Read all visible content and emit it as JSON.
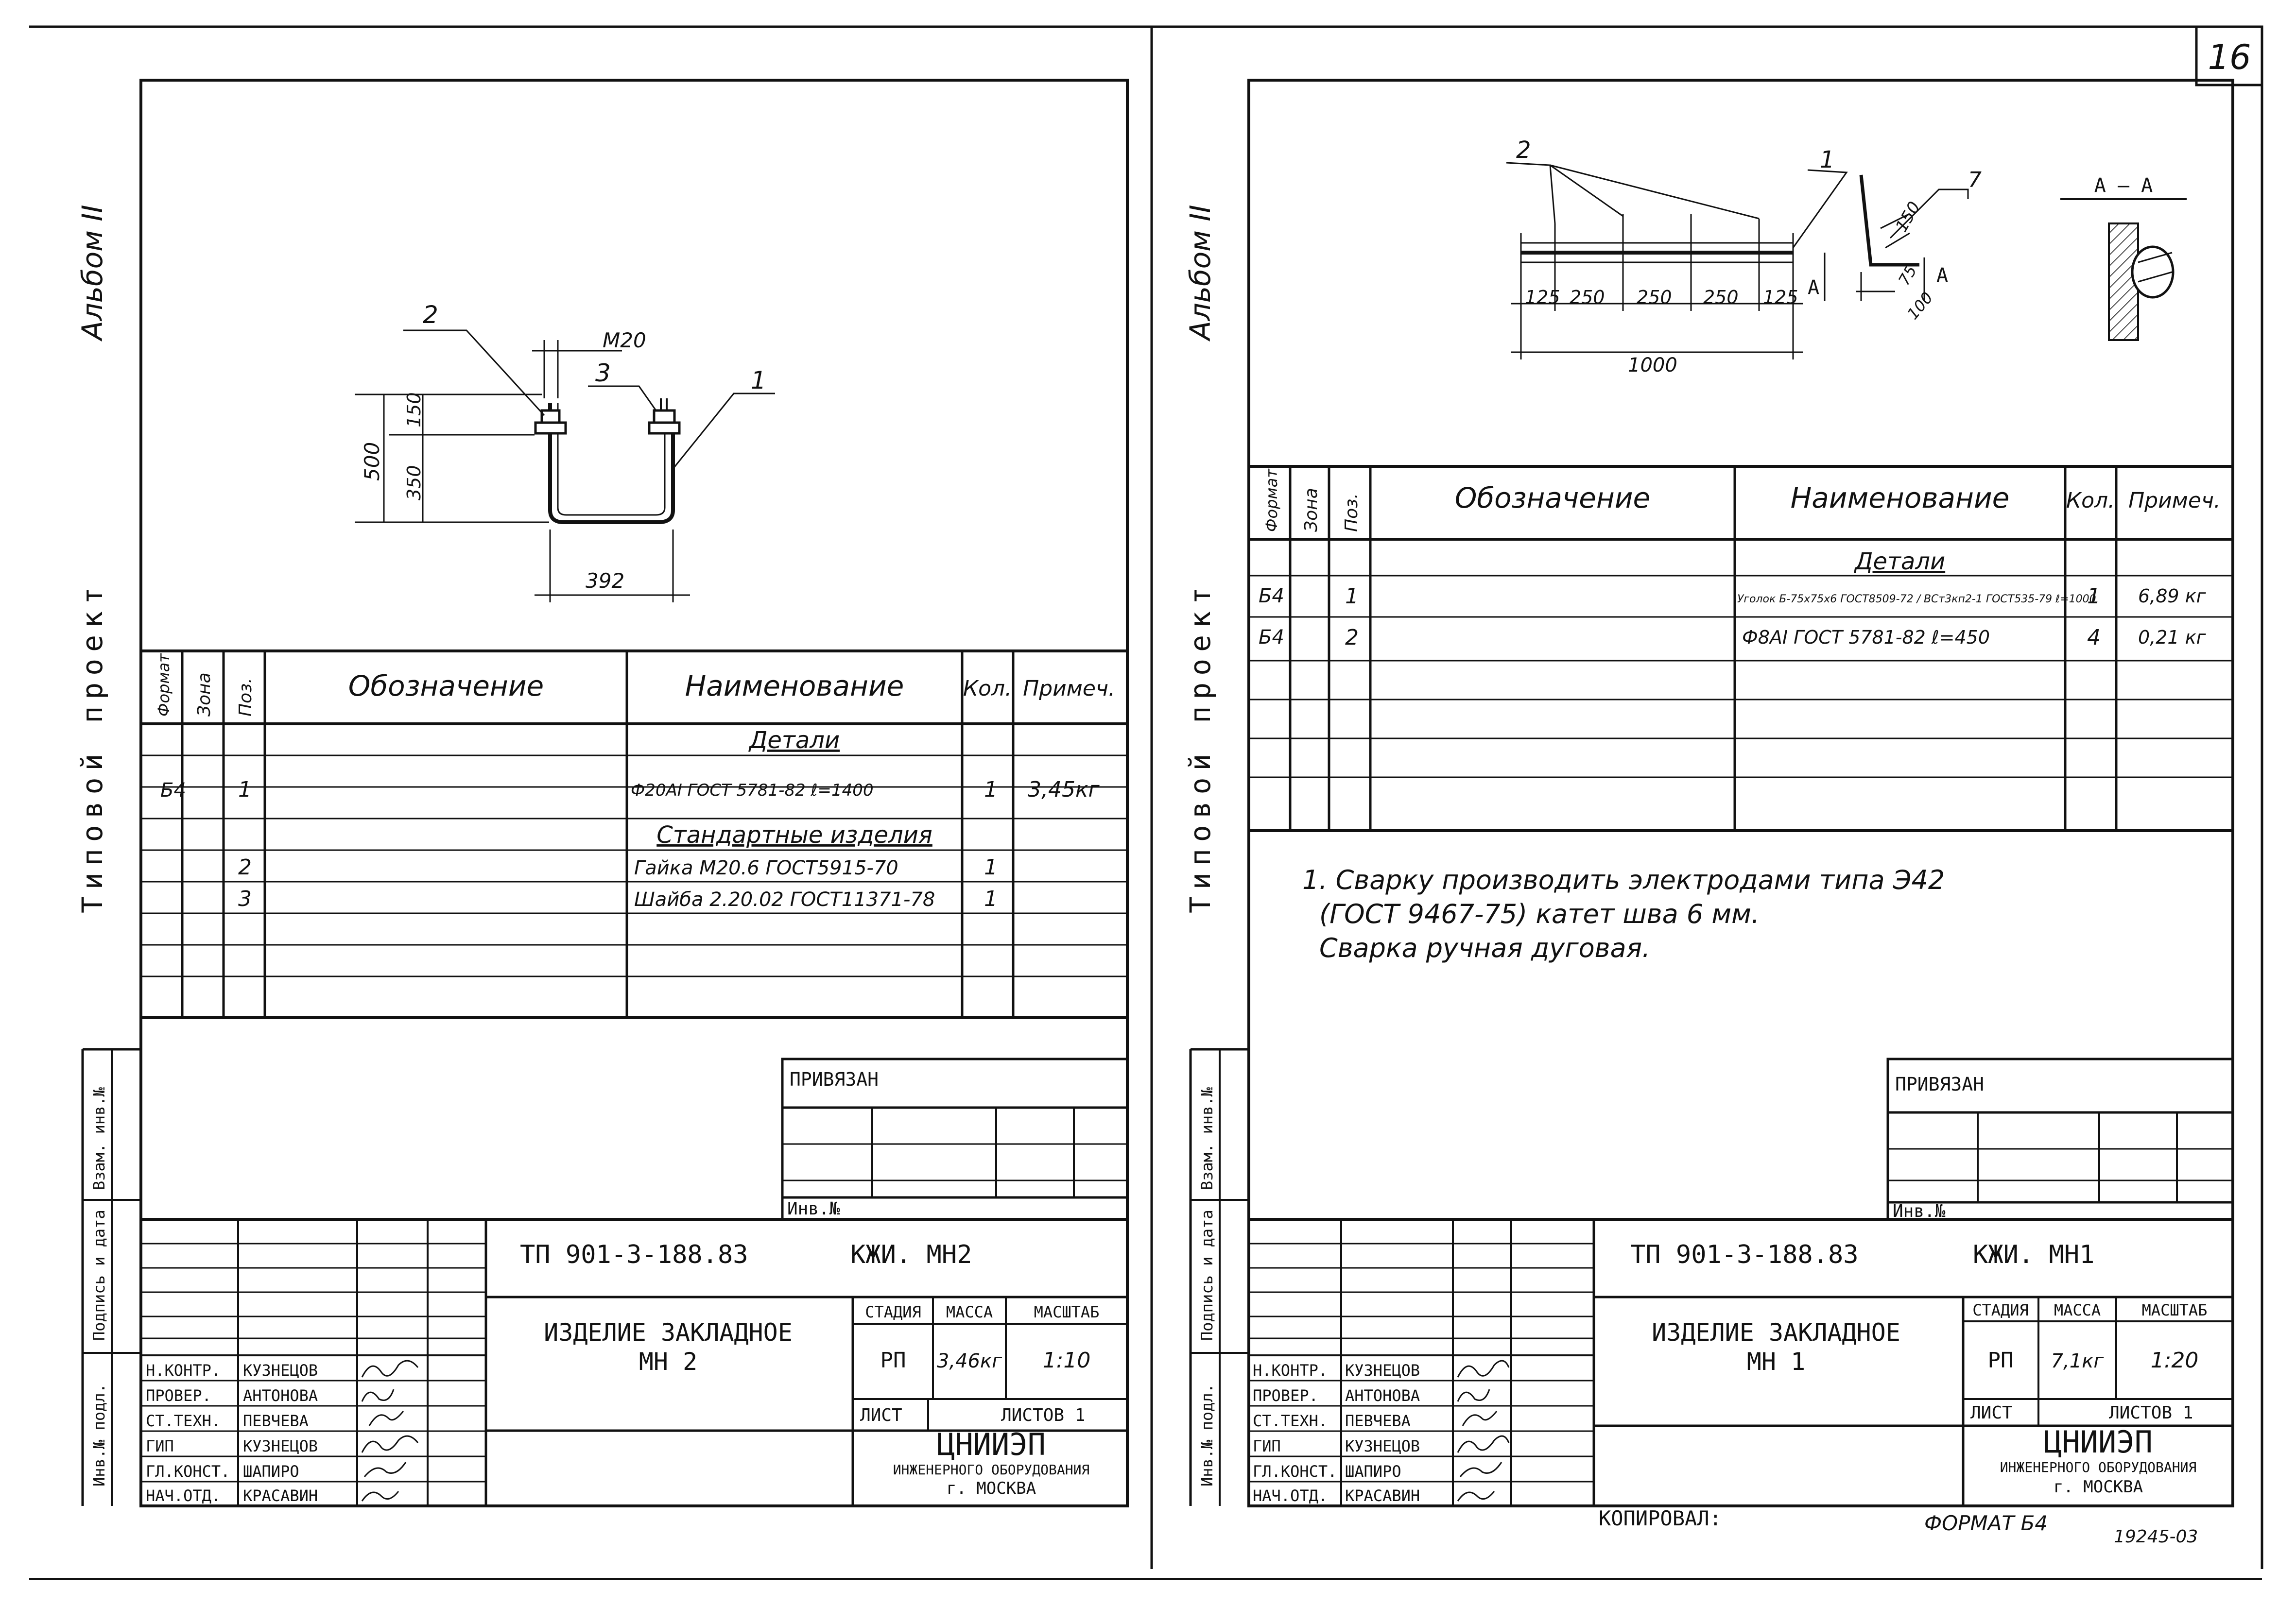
{
  "sheet_number": "16",
  "copied_by_label": "КОПИРОВАЛ:",
  "format_label": "ФОРМАТ Б4",
  "archive_number": "19245-03",
  "left": {
    "side": {
      "album": "Альбом II",
      "project": "Типовой проект",
      "stamp": [
        "Инв.№ подл.",
        "Подпись и дата",
        "Взам. инв.№"
      ]
    },
    "dims": {
      "thread": "М20",
      "d500": "500",
      "d150": "150",
      "d350": "350",
      "d392": "392",
      "p1": "1",
      "p2": "2",
      "p3": "3"
    },
    "spec": {
      "headers": [
        "Формат",
        "Зона",
        "Поз.",
        "Обозначение",
        "Наименование",
        "Кол.",
        "Примеч."
      ],
      "section_details": "Детали",
      "section_std": "Стандартные изделия",
      "rows": [
        {
          "fmt": "Б4",
          "pos": "1",
          "name": "Ф20АI ГОСТ 5781-82 ℓ=1400",
          "qty": "1",
          "note": "3,45кг"
        },
        {
          "fmt": "",
          "pos": "2",
          "name": "Гайка М20.6 ГОСТ5915-70",
          "qty": "1",
          "note": ""
        },
        {
          "fmt": "",
          "pos": "3",
          "name": "Шайба 2.20.02 ГОСТ11371-78",
          "qty": "1",
          "note": ""
        }
      ]
    },
    "privyazan": "ПРИВЯЗАН",
    "inv": "Инв.№",
    "code": "ТП 901-3-188.83",
    "mark": "КЖИ. МН2",
    "title": "ИЗДЕЛИЕ ЗАКЛАДНОЕ",
    "title2": "МН 2",
    "stage_h": "СТАДИЯ",
    "mass_h": "МАССА",
    "scale_h": "МАСШТАБ",
    "stage": "РП",
    "mass": "3,46кг",
    "scale": "1:10",
    "sheet_l": "ЛИСТ",
    "sheets_l": "ЛИСТОВ 1",
    "org1": "ЦНИИЭП",
    "org2": "ИНЖЕНЕРНОГО ОБОРУДОВАНИЯ",
    "org3": "г. МОСКВА",
    "staff": [
      {
        "role": "Н.КОНТР.",
        "name": "КУЗНЕЦОВ"
      },
      {
        "role": "ПРОВЕР.",
        "name": "АНТОНОВА"
      },
      {
        "role": "СТ.ТЕХН.",
        "name": "ПЕВЧЕВА"
      },
      {
        "role": "ГИП",
        "name": "КУЗНЕЦОВ"
      },
      {
        "role": "ГЛ.КОНСТ.",
        "name": "ШАПИРО"
      },
      {
        "role": "НАЧ.ОТД.",
        "name": "КРАСАВИН"
      }
    ]
  },
  "right": {
    "side": {
      "album": "Альбом II",
      "project": "Типовой проект",
      "stamp": [
        "Инв.№ подл.",
        "Подпись и дата",
        "Взам. инв.№"
      ]
    },
    "dims": {
      "d125a": "125",
      "d250a": "250",
      "d250b": "250",
      "d250c": "250",
      "d125b": "125",
      "d1000": "1000",
      "p1": "1",
      "p2": "2",
      "d150": "150",
      "d75": "75",
      "d100": "100",
      "weld": "7",
      "arrowA": "А",
      "section": "А – А"
    },
    "spec": {
      "headers": [
        "Формат",
        "Зона",
        "Поз.",
        "Обозначение",
        "Наименование",
        "Кол.",
        "Примеч."
      ],
      "section_details": "Детали",
      "rows": [
        {
          "fmt": "Б4",
          "pos": "1",
          "name": "Уголок Б-75х75х6 ГОСТ8509-72 / ВСт3кп2-1 ГОСТ535-79 ℓ=1000",
          "qty": "1",
          "note": "6,89 кг"
        },
        {
          "fmt": "Б4",
          "pos": "2",
          "name": "Ф8АI ГОСТ 5781-82 ℓ=450",
          "qty": "4",
          "note": "0,21 кг"
        }
      ]
    },
    "notes": [
      "1. Сварку производить электродами типа Э42",
      "(ГОСТ 9467-75) катет шва 6 мм.",
      "Сварка ручная дуговая."
    ],
    "privyazan": "ПРИВЯЗАН",
    "inv": "Инв.№",
    "code": "ТП 901-3-188.83",
    "mark": "КЖИ. МН1",
    "title": "ИЗДЕЛИЕ ЗАКЛАДНОЕ",
    "title2": "МН 1",
    "stage_h": "СТАДИЯ",
    "mass_h": "МАССА",
    "scale_h": "МАСШТАБ",
    "stage": "РП",
    "mass": "7,1кг",
    "scale": "1:20",
    "sheet_l": "ЛИСТ",
    "sheets_l": "ЛИСТОВ 1",
    "org1": "ЦНИИЭП",
    "org2": "ИНЖЕНЕРНОГО ОБОРУДОВАНИЯ",
    "org3": "г. МОСКВА",
    "staff": [
      {
        "role": "Н.КОНТР.",
        "name": "КУЗНЕЦОВ"
      },
      {
        "role": "ПРОВЕР.",
        "name": "АНТОНОВА"
      },
      {
        "role": "СТ.ТЕХН.",
        "name": "ПЕВЧЕВА"
      },
      {
        "role": "ГИП",
        "name": "КУЗНЕЦОВ"
      },
      {
        "role": "ГЛ.КОНСТ.",
        "name": "ШАПИРО"
      },
      {
        "role": "НАЧ.ОТД.",
        "name": "КРАСАВИН"
      }
    ]
  }
}
